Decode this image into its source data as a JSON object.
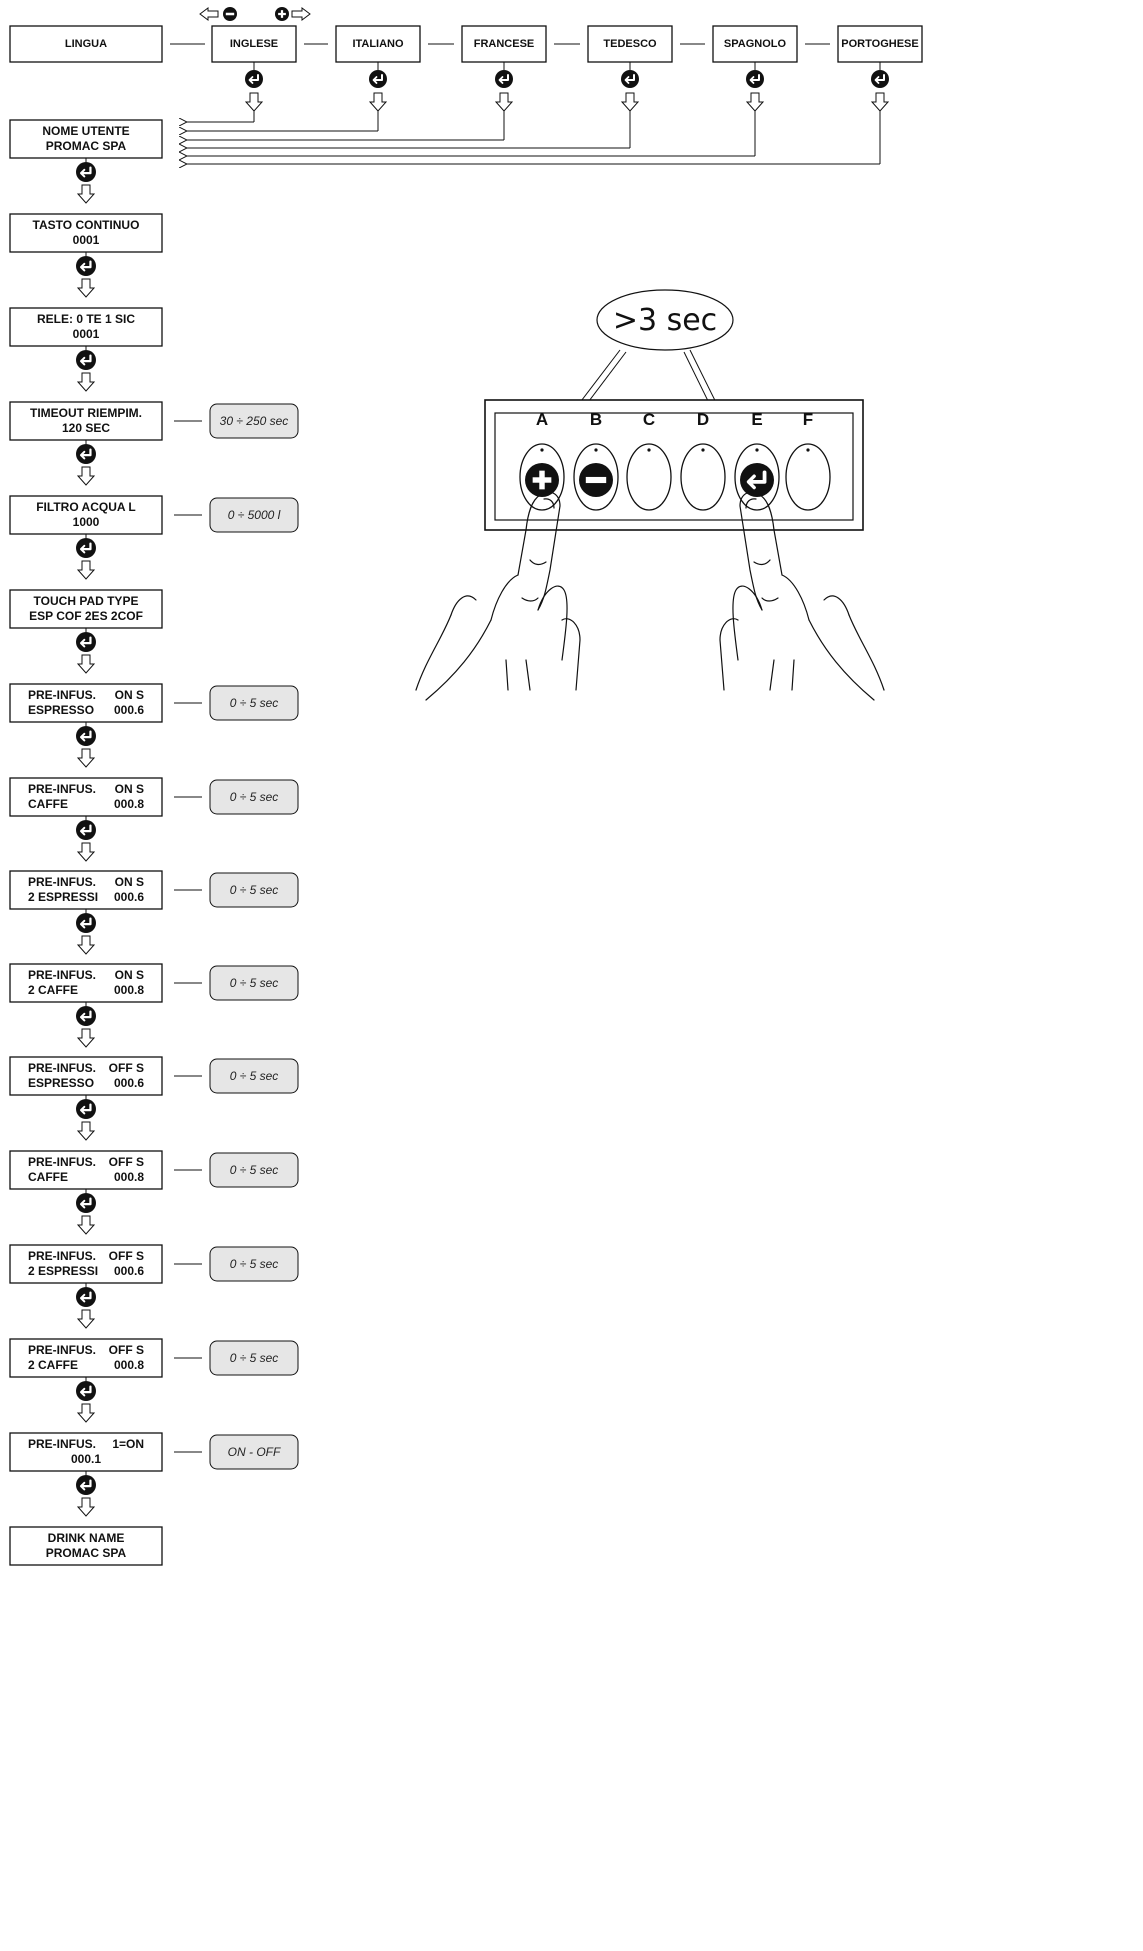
{
  "language_menu": {
    "label": "LINGUA",
    "options": [
      "INGLESE",
      "ITALIANO",
      "FRANCESE",
      "TEDESCO",
      "SPAGNOLO",
      "PORTOGHESE"
    ]
  },
  "menu_steps": [
    {
      "line1": "NOME UTENTE",
      "line2": "PROMAC SPA",
      "range": ""
    },
    {
      "line1": "TASTO CONTINUO",
      "line2": "0001",
      "range": ""
    },
    {
      "line1": "RELE: 0 TE 1 SIC",
      "line2": "0001",
      "range": ""
    },
    {
      "line1": "TIMEOUT RIEMPIM.",
      "line2": "120 SEC",
      "range": "30 ÷ 250 sec"
    },
    {
      "line1": "FILTRO ACQUA  L",
      "line2": "1000",
      "range": "0 ÷ 5000 l"
    },
    {
      "line1": "TOUCH PAD TYPE",
      "line2": "ESP COF 2ES 2COF",
      "range": ""
    },
    {
      "line1a": "PRE-INFUS.",
      "line1b": "ON S",
      "line2a": "ESPRESSO",
      "line2b": "000.6",
      "range": "0 ÷ 5 sec"
    },
    {
      "line1a": "PRE-INFUS.",
      "line1b": "ON S",
      "line2a": "CAFFE",
      "line2b": "000.8",
      "range": "0 ÷ 5 sec"
    },
    {
      "line1a": "PRE-INFUS.",
      "line1b": "ON S",
      "line2a": "2 ESPRESSI",
      "line2b": "000.6",
      "range": "0 ÷ 5 sec"
    },
    {
      "line1a": "PRE-INFUS.",
      "line1b": "ON S",
      "line2a": "2 CAFFE",
      "line2b": "000.8",
      "range": "0 ÷ 5 sec"
    },
    {
      "line1a": "PRE-INFUS.",
      "line1b": "OFF S",
      "line2a": "ESPRESSO",
      "line2b": "000.6",
      "range": "0 ÷ 5 sec"
    },
    {
      "line1a": "PRE-INFUS.",
      "line1b": "OFF S",
      "line2a": "CAFFE",
      "line2b": "000.8",
      "range": "0 ÷ 5 sec"
    },
    {
      "line1a": "PRE-INFUS.",
      "line1b": "OFF S",
      "line2a": "2 ESPRESSI",
      "line2b": "000.6",
      "range": "0 ÷ 5 sec"
    },
    {
      "line1a": "PRE-INFUS.",
      "line1b": "OFF S",
      "line2a": "2 CAFFE",
      "line2b": "000.8",
      "range": "0 ÷ 5 sec"
    },
    {
      "line1a": "PRE-INFUS.",
      "line1b": "1=ON",
      "line2": "000.1",
      "range": "ON - OFF"
    },
    {
      "line1": "DRINK NAME",
      "line2": "PROMAC SPA",
      "range": ""
    }
  ],
  "keypad": {
    "keys": [
      "A",
      "B",
      "C",
      "D",
      "E",
      "F"
    ],
    "hold_label": ">3 sec"
  },
  "icons": {
    "plus": "plus-key-icon",
    "minus": "minus-key-icon",
    "enter": "enter-key-icon",
    "arrow": "down-arrow-icon",
    "hand": "hand-icon"
  },
  "colors": {
    "range_fill": "#e6e6e6",
    "stroke": "#111111",
    "key_fill": "#ffffff",
    "icon_fill": "#111111"
  }
}
